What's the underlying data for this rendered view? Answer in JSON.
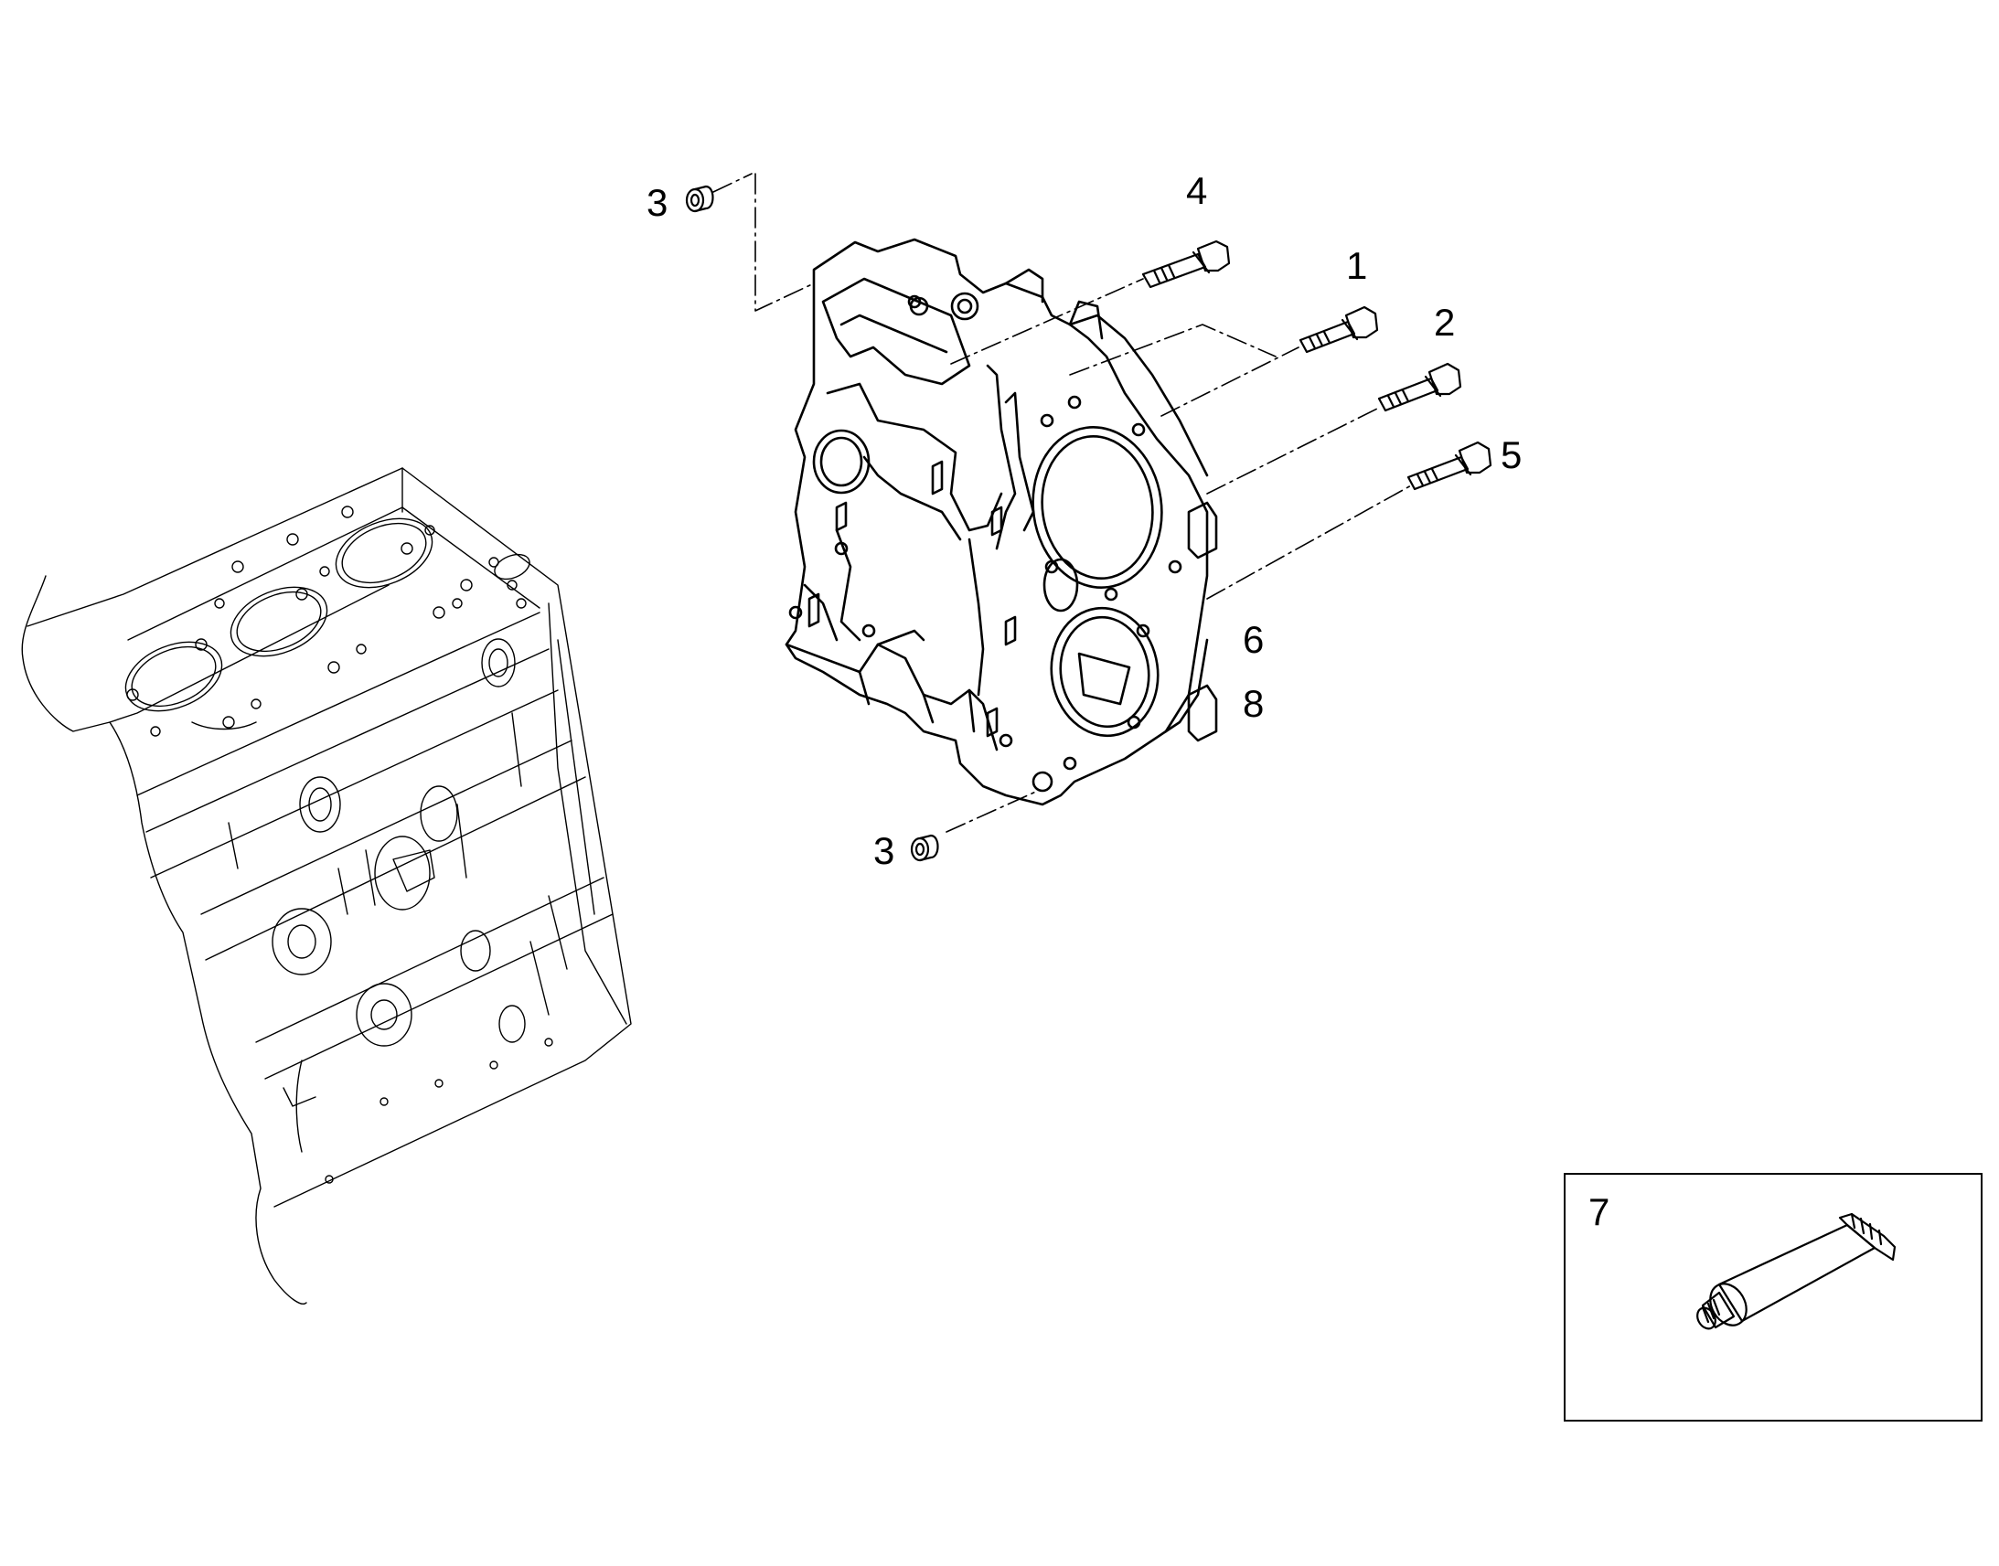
{
  "diagram": {
    "line_color": "#000000",
    "background": "#ffffff",
    "callouts": {
      "c1": "1",
      "c2": "2",
      "c3a": "3",
      "c3b": "3",
      "c4": "4",
      "c5": "5",
      "c6": "6",
      "c7": "7",
      "c8": "8"
    },
    "parts": [
      {
        "icon": "gear-housing-plate-icon"
      },
      {
        "icon": "bolt-icon"
      },
      {
        "icon": "dowel-bushing-icon"
      },
      {
        "icon": "sealant-tube-icon"
      },
      {
        "icon": "engine-block-icon"
      }
    ]
  }
}
